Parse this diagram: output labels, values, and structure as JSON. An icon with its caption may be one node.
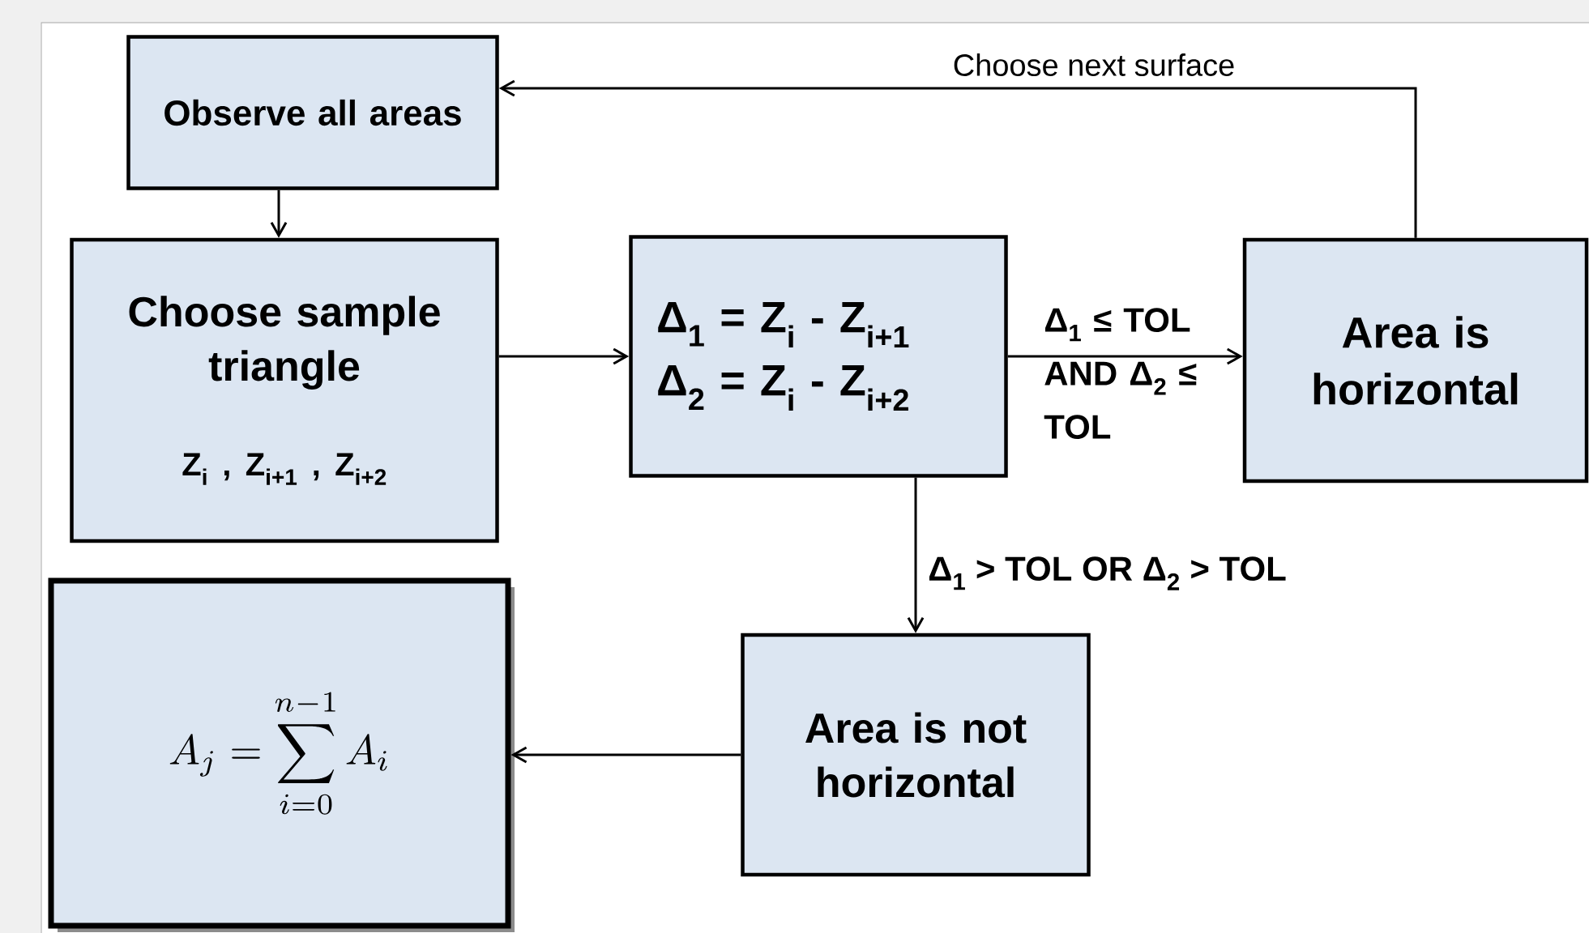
{
  "diagram": {
    "nodes": [
      {
        "text": [
          "Observe all areas"
        ]
      },
      {
        "text": [
          "Choose sample triangle",
          "Z$_{i}$ , Z$_{i+1}$ ,  Z$_{i+2}$"
        ]
      },
      {
        "text": [
          "Δ$_{1}$ = Z$_{i}$ - Z$_{i+1}$",
          "Δ$_{2}$ = Z$_{i}$ - Z$_{i+2}$"
        ]
      },
      {
        "text": [
          "Area is horizontal"
        ]
      },
      {
        "text": [
          "Area is not horizontal"
        ]
      },
      {
        "text": [
          "A_j = \\sum_{i=0}^{n-1} A_i"
        ]
      }
    ],
    "edges": [
      {
        "from": 0,
        "to": 1,
        "arrow": "to"
      },
      {
        "from": 1,
        "to": 2,
        "arrow": "to"
      },
      {
        "from": 2,
        "to": 3,
        "arrow": "to",
        "label": "Δ$_{1}$ ≤ TOL AND Δ$_{2}$ ≤ TOL"
      },
      {
        "from": 3,
        "to": 0,
        "arrow": "to",
        "label": "Choose next surface"
      },
      {
        "from": 2,
        "to": 4,
        "arrow": "to",
        "label": "Δ$_{1}$ > TOL OR Δ$_{2}$ > TOL"
      },
      {
        "from": 4,
        "to": 5,
        "arrow": "to"
      }
    ]
  }
}
